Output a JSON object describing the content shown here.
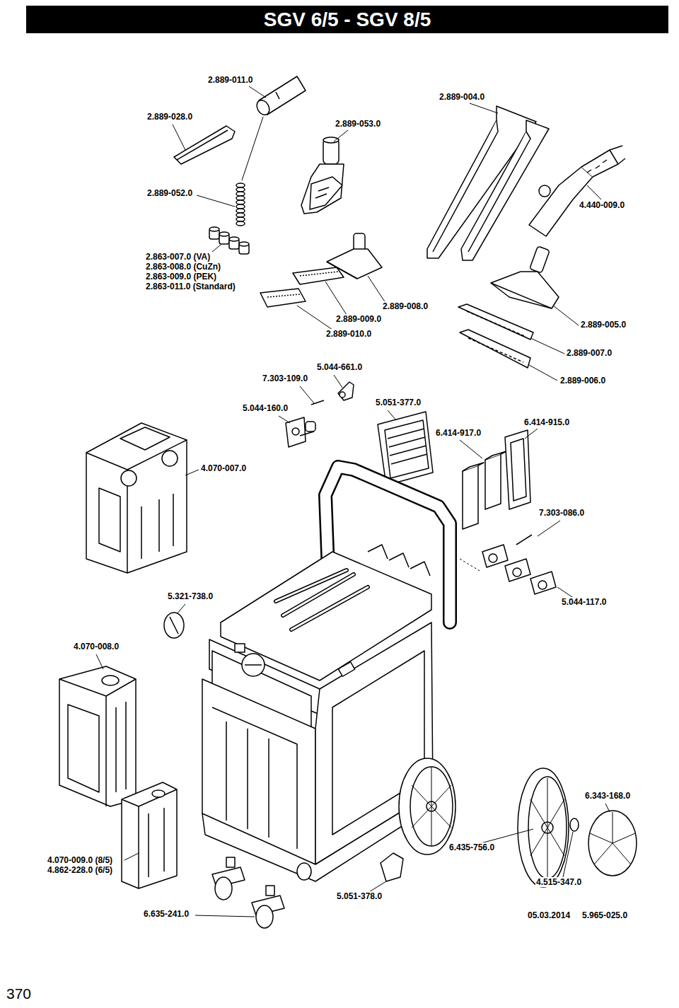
{
  "diagram": {
    "title": "SGV 6/5 - SGV 8/5",
    "labels": [
      "2.889-011.0",
      "2.889-028.0",
      "2.889-053.0",
      "2.889-004.0",
      "2.889-052.0",
      "4.440-009.0",
      "2.863-007.0 (VA)",
      "2.863-008.0 (CuZn)",
      "2.863-009.0 (PEK)",
      "2.863-011.0 (Standard)",
      "2.889-008.0",
      "2.889-009.0",
      "2.889-005.0",
      "2.889-010.0",
      "2.889-007.0",
      "5.044-661.0",
      "7.303-109.0",
      "2.889-006.0",
      "5.044-160.0",
      "5.051-377.0",
      "6.414-915.0",
      "6.414-917.0",
      "4.070-007.0",
      "7.303-086.0",
      "5.321-738.0",
      "5.044-117.0",
      "4.070-008.0",
      "6.343-168.0",
      "6.435-756.0",
      "4.070-009.0 (8/5)",
      "4.862-228.0 (6/5)",
      "4.515-347.0",
      "5.051-378.0",
      "6.635-241.0",
      "05.03.2014",
      "5.965-025.0",
      "370"
    ]
  }
}
